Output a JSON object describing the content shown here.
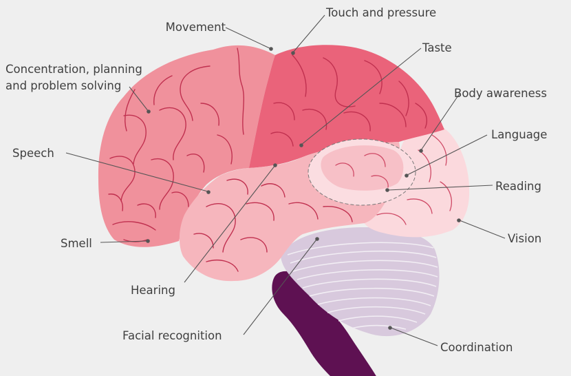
{
  "diagram": {
    "colors": {
      "background": "#efefef",
      "frontal_lobe": "#f0919c",
      "parietal_lobe": "#ea637a",
      "temporal_lobe": "#f6b6bd",
      "occipital_lobe": "#fbd9dd",
      "cerebellum": "#d8c9dd",
      "brainstem": "#5e1152",
      "fold_lines": "#c0304f"
    },
    "labels": {
      "movement": "Movement",
      "touch_pressure": "Touch and pressure",
      "taste": "Taste",
      "concentration_line1": "Concentration, planning",
      "concentration_line2": "and problem solving",
      "body_awareness": "Body awareness",
      "language": "Language",
      "speech": "Speech",
      "reading": "Reading",
      "vision": "Vision",
      "smell": "Smell",
      "hearing": "Hearing",
      "facial_recognition": "Facial recognition",
      "coordination": "Coordination"
    }
  }
}
